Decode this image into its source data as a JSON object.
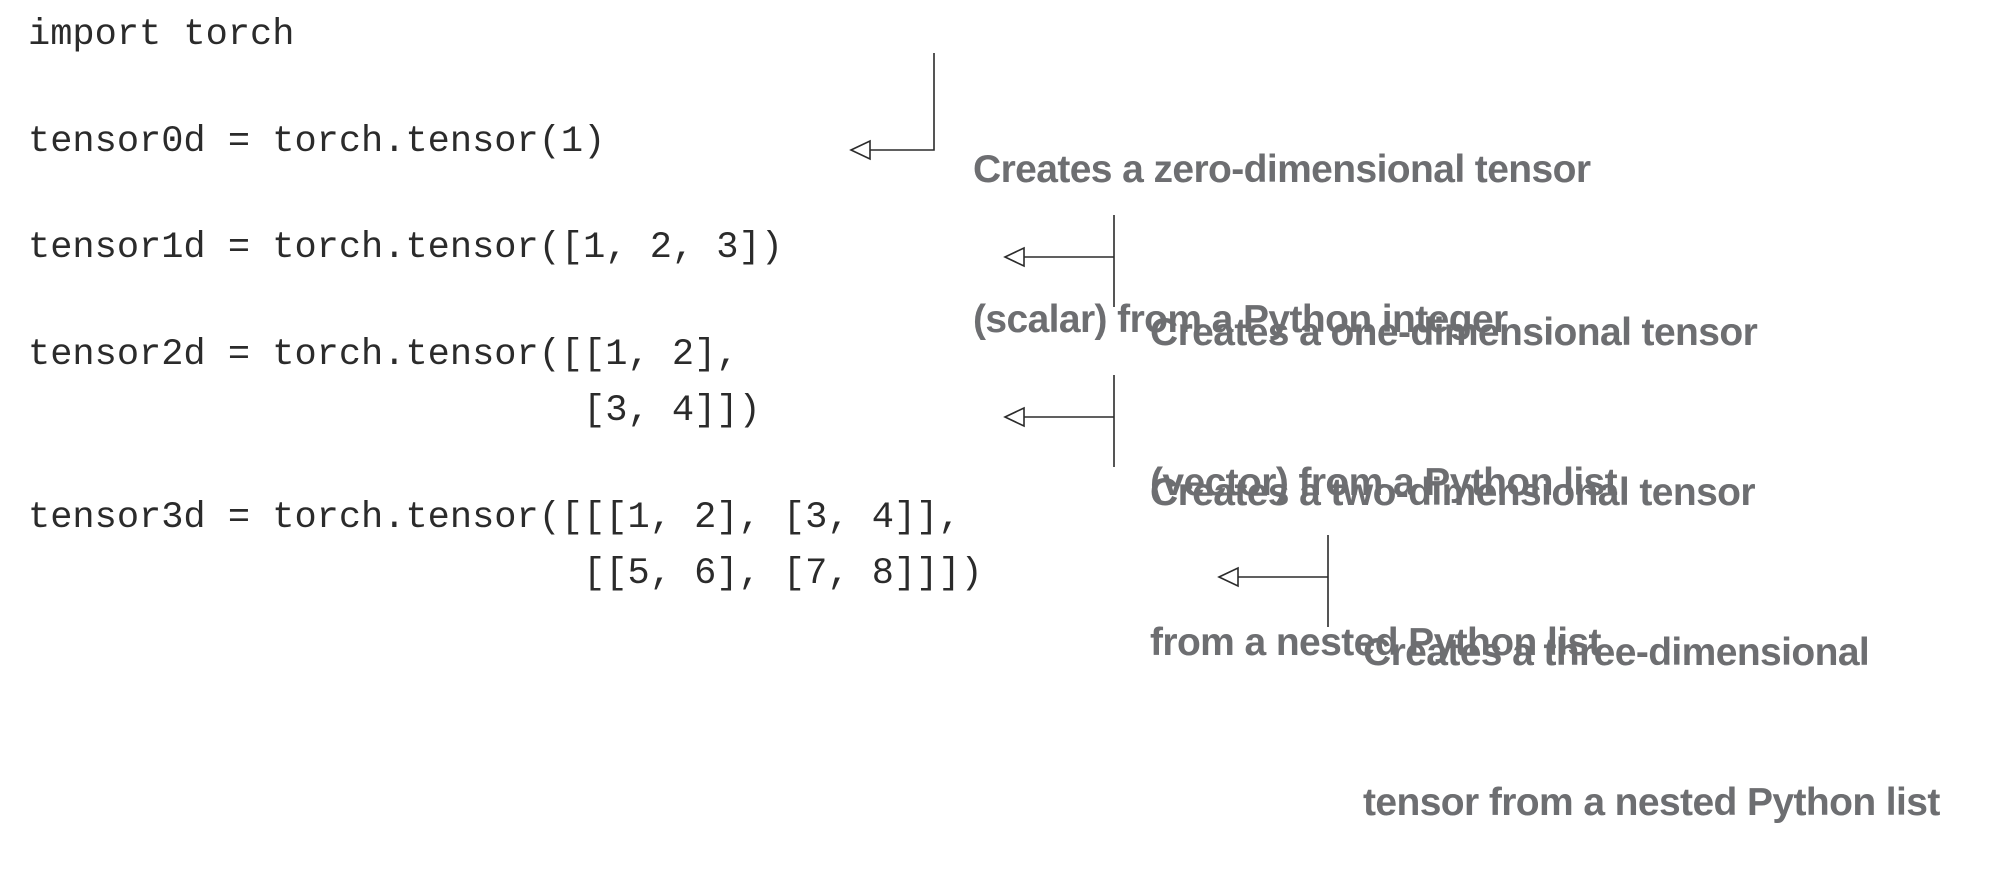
{
  "code": {
    "line_import": "import torch",
    "line_t0": "tensor0d = torch.tensor(1)",
    "line_t1": "tensor1d = torch.tensor([1, 2, 3])",
    "line_t2a": "tensor2d = torch.tensor([[1, 2],",
    "line_t2b": "                         [3, 4]])",
    "line_t3a": "tensor3d = torch.tensor([[[1, 2], [3, 4]],",
    "line_t3b": "                         [[5, 6], [7, 8]]])"
  },
  "annotations": {
    "note0": [
      "Creates a zero-dimensional tensor",
      "(scalar) from a Python integer"
    ],
    "note1": [
      "Creates a one-dimensional tensor",
      "(vector) from a Python list"
    ],
    "note2": [
      "Creates a two-dimensional tensor",
      "from a nested Python list"
    ],
    "note3": [
      "Creates a three-dimensional",
      "tensor from a nested Python list"
    ]
  },
  "colors": {
    "code_text": "#2b2b2b",
    "annotation_text": "#6d6e71",
    "background": "#ffffff"
  }
}
